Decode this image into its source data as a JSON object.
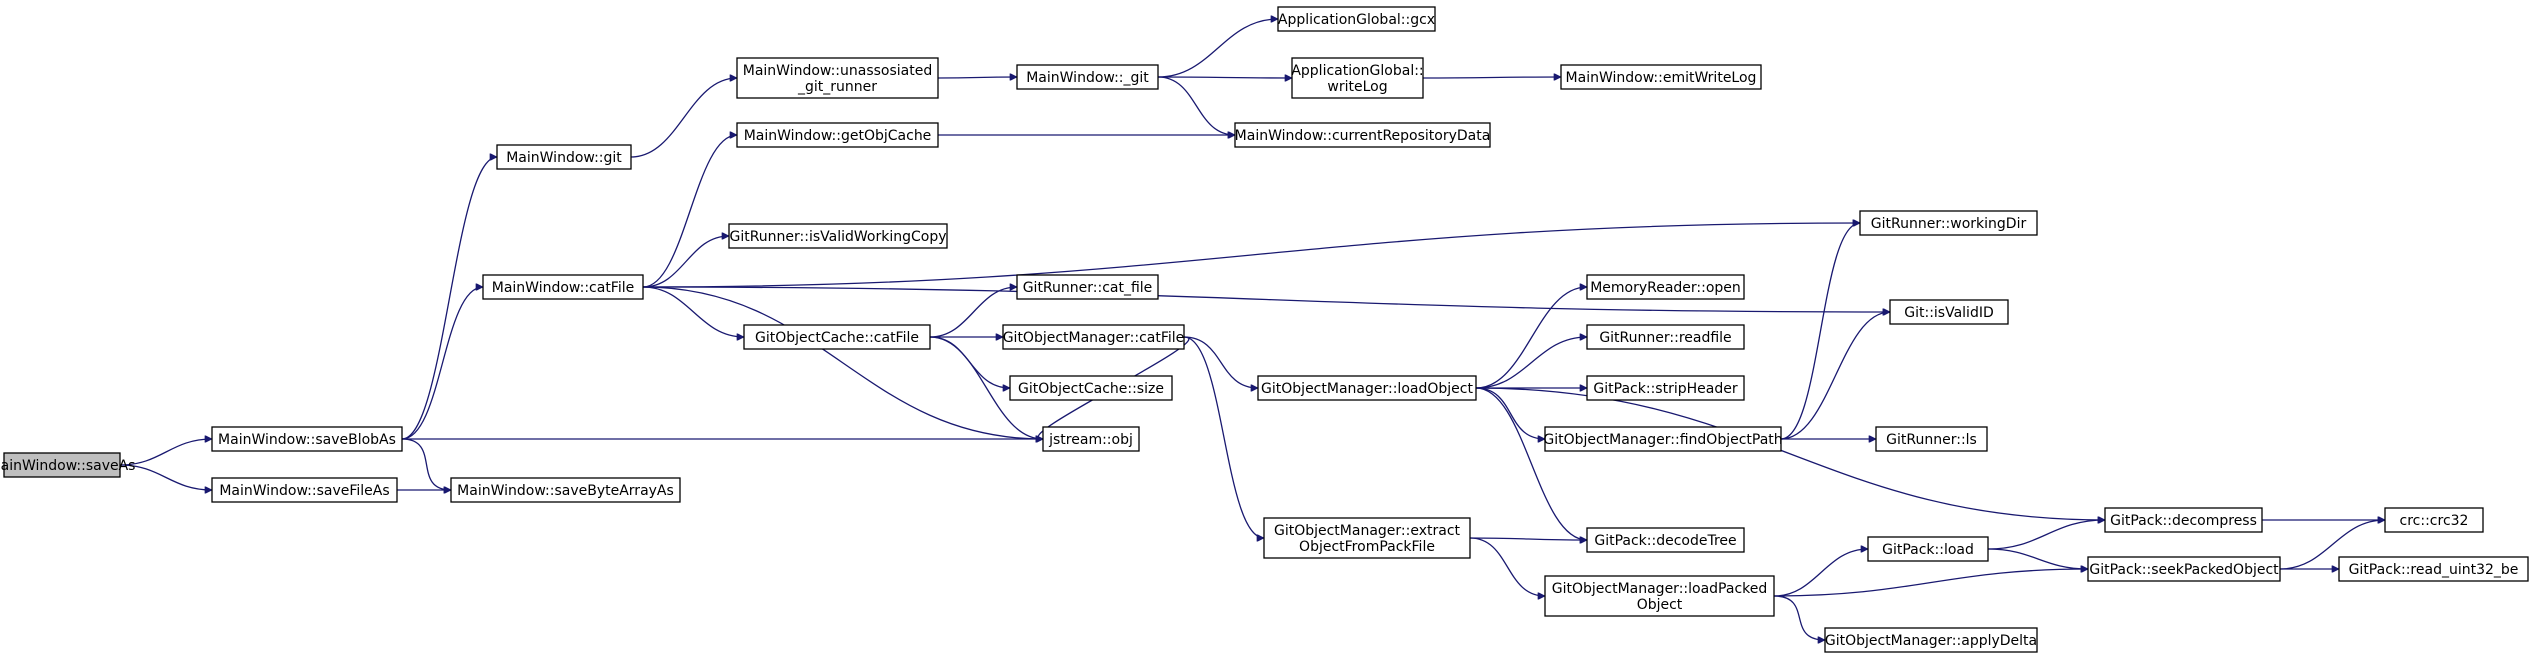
{
  "diagram": {
    "colors": {
      "edge": "#191970",
      "root_fill": "#bfbfbf",
      "node_fill": "#ffffff",
      "border": "#000000"
    },
    "nodes": [
      {
        "id": "saveAs",
        "lines": [
          "MainWindow::saveAs"
        ],
        "root": true
      },
      {
        "id": "saveBlobAs",
        "lines": [
          "MainWindow::saveBlobAs"
        ]
      },
      {
        "id": "saveFileAs",
        "lines": [
          "MainWindow::saveFileAs"
        ]
      },
      {
        "id": "saveByteArrayAs",
        "lines": [
          "MainWindow::saveByteArrayAs"
        ]
      },
      {
        "id": "git",
        "lines": [
          "MainWindow::git"
        ]
      },
      {
        "id": "catFileMW",
        "lines": [
          "MainWindow::catFile"
        ]
      },
      {
        "id": "unassociated",
        "lines": [
          "MainWindow::unassosiated",
          "_git_runner"
        ]
      },
      {
        "id": "getObjCache",
        "lines": [
          "MainWindow::getObjCache"
        ]
      },
      {
        "id": "isValidWorkingCopy",
        "lines": [
          "GitRunner::isValidWorkingCopy"
        ]
      },
      {
        "id": "gocCatFile",
        "lines": [
          "GitObjectCache::catFile"
        ]
      },
      {
        "id": "mwGit",
        "lines": [
          "MainWindow::_git"
        ]
      },
      {
        "id": "gcx",
        "lines": [
          "ApplicationGlobal::gcx"
        ]
      },
      {
        "id": "writeLog",
        "lines": [
          "ApplicationGlobal::",
          "writeLog"
        ]
      },
      {
        "id": "emitWriteLog",
        "lines": [
          "MainWindow::emitWriteLog"
        ]
      },
      {
        "id": "currentRepositoryData",
        "lines": [
          "MainWindow::currentRepositoryData"
        ]
      },
      {
        "id": "workingDir",
        "lines": [
          "GitRunner::workingDir"
        ]
      },
      {
        "id": "isValidID",
        "lines": [
          "Git::isValidID"
        ]
      },
      {
        "id": "cat_file",
        "lines": [
          "GitRunner::cat_file"
        ]
      },
      {
        "id": "gomCatFile",
        "lines": [
          "GitObjectManager::catFile"
        ]
      },
      {
        "id": "gocSize",
        "lines": [
          "GitObjectCache::size"
        ]
      },
      {
        "id": "jstreamObj",
        "lines": [
          "jstream::obj"
        ]
      },
      {
        "id": "loadObject",
        "lines": [
          "GitObjectManager::loadObject"
        ]
      },
      {
        "id": "extractObject",
        "lines": [
          "GitObjectManager::extract",
          "ObjectFromPackFile"
        ]
      },
      {
        "id": "memOpen",
        "lines": [
          "MemoryReader::open"
        ]
      },
      {
        "id": "readfile",
        "lines": [
          "GitRunner::readfile"
        ]
      },
      {
        "id": "stripHeader",
        "lines": [
          "GitPack::stripHeader"
        ]
      },
      {
        "id": "findObjectPath",
        "lines": [
          "GitObjectManager::findObjectPath"
        ]
      },
      {
        "id": "decodeTree",
        "lines": [
          "GitPack::decodeTree"
        ]
      },
      {
        "id": "loadPacked",
        "lines": [
          "GitObjectManager::loadPacked",
          "Object"
        ]
      },
      {
        "id": "grLs",
        "lines": [
          "GitRunner::ls"
        ]
      },
      {
        "id": "decompress",
        "lines": [
          "GitPack::decompress"
        ]
      },
      {
        "id": "gpLoad",
        "lines": [
          "GitPack::load"
        ]
      },
      {
        "id": "seekPacked",
        "lines": [
          "GitPack::seekPackedObject"
        ]
      },
      {
        "id": "applyDelta",
        "lines": [
          "GitObjectManager::applyDelta"
        ]
      },
      {
        "id": "crc32",
        "lines": [
          "crc::crc32"
        ]
      },
      {
        "id": "readUint32",
        "lines": [
          "GitPack::read_uint32_be"
        ]
      }
    ],
    "edges": [
      [
        "saveAs",
        "saveBlobAs"
      ],
      [
        "saveAs",
        "saveFileAs"
      ],
      [
        "saveBlobAs",
        "git"
      ],
      [
        "saveBlobAs",
        "catFileMW"
      ],
      [
        "saveBlobAs",
        "jstreamObj"
      ],
      [
        "saveBlobAs",
        "saveByteArrayAs"
      ],
      [
        "saveFileAs",
        "saveByteArrayAs"
      ],
      [
        "git",
        "unassociated"
      ],
      [
        "unassociated",
        "mwGit"
      ],
      [
        "mwGit",
        "gcx"
      ],
      [
        "mwGit",
        "writeLog"
      ],
      [
        "mwGit",
        "currentRepositoryData"
      ],
      [
        "writeLog",
        "emitWriteLog"
      ],
      [
        "catFileMW",
        "getObjCache"
      ],
      [
        "catFileMW",
        "workingDir"
      ],
      [
        "catFileMW",
        "isValidWorkingCopy"
      ],
      [
        "catFileMW",
        "isValidID"
      ],
      [
        "catFileMW",
        "gocCatFile"
      ],
      [
        "catFileMW",
        "jstreamObj"
      ],
      [
        "getObjCache",
        "currentRepositoryData"
      ],
      [
        "gocCatFile",
        "cat_file"
      ],
      [
        "gocCatFile",
        "gomCatFile"
      ],
      [
        "gocCatFile",
        "gocSize"
      ],
      [
        "gocCatFile",
        "jstreamObj"
      ],
      [
        "gomCatFile",
        "jstreamObj"
      ],
      [
        "gomCatFile",
        "loadObject"
      ],
      [
        "gomCatFile",
        "extractObject"
      ],
      [
        "loadObject",
        "memOpen"
      ],
      [
        "loadObject",
        "readfile"
      ],
      [
        "loadObject",
        "stripHeader"
      ],
      [
        "loadObject",
        "findObjectPath"
      ],
      [
        "loadObject",
        "decodeTree"
      ],
      [
        "loadObject",
        "decompress"
      ],
      [
        "findObjectPath",
        "workingDir"
      ],
      [
        "findObjectPath",
        "isValidID"
      ],
      [
        "findObjectPath",
        "grLs"
      ],
      [
        "extractObject",
        "decodeTree"
      ],
      [
        "extractObject",
        "loadPacked"
      ],
      [
        "loadPacked",
        "gpLoad"
      ],
      [
        "loadPacked",
        "seekPacked"
      ],
      [
        "loadPacked",
        "applyDelta"
      ],
      [
        "gpLoad",
        "decompress"
      ],
      [
        "gpLoad",
        "seekPacked"
      ],
      [
        "decompress",
        "crc32"
      ],
      [
        "seekPacked",
        "crc32"
      ],
      [
        "seekPacked",
        "readUint32"
      ]
    ]
  }
}
